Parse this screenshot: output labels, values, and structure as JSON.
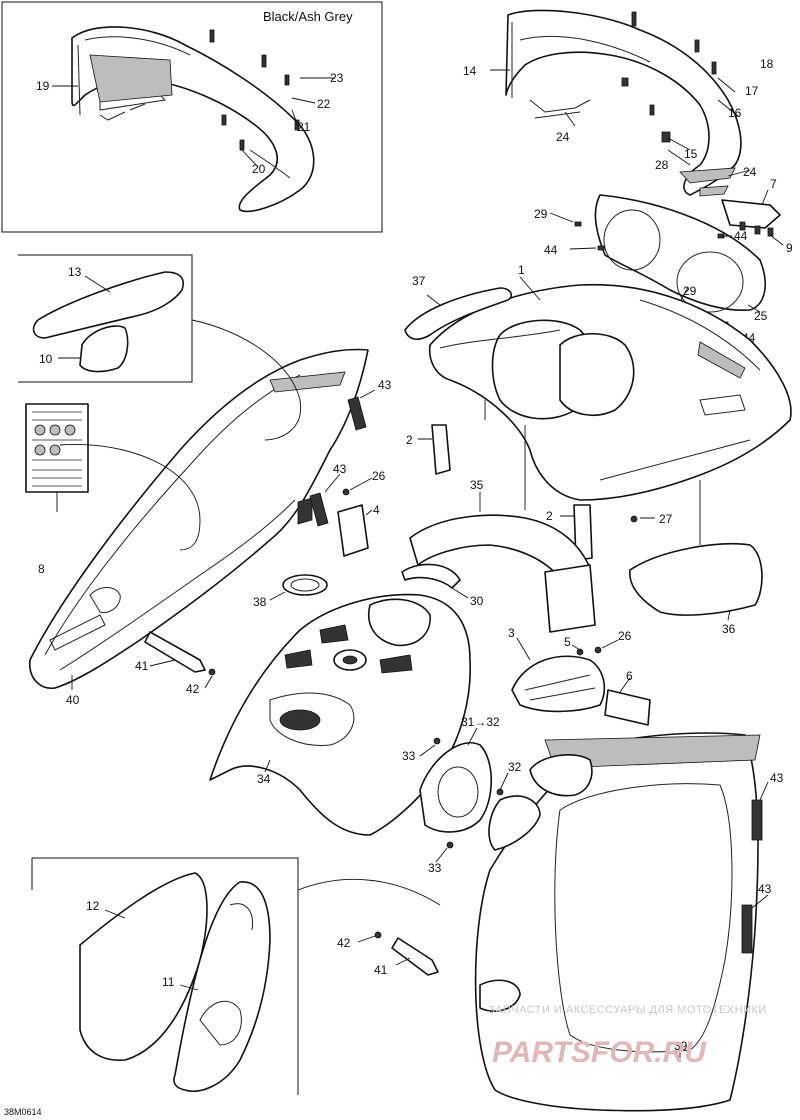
{
  "diagram": {
    "inset_title": "Black/Ash Grey",
    "figure_code": "38M0614",
    "watermark_line1": "ЗАПЧАСТИ И АКСЕССУАРЫ ДЛЯ МОТОТЕХНИКИ",
    "watermark_line2": "PARTSFOR.RU",
    "callouts": {
      "c1": "1",
      "c2a": "2",
      "c2b": "2",
      "c3": "3",
      "c4": "4",
      "c5": "5",
      "c6": "6",
      "c7": "7",
      "c8": "8",
      "c9": "9",
      "c10": "10",
      "c11": "11",
      "c12": "12",
      "c13": "13",
      "c14": "14",
      "c15": "15",
      "c16": "16",
      "c17": "17",
      "c18": "18",
      "c19": "19",
      "c20": "20",
      "c21": "21",
      "c22": "22",
      "c23": "23",
      "c24a": "24",
      "c24b": "24",
      "c25": "25",
      "c26a": "26",
      "c26b": "26",
      "c27": "27",
      "c28": "28",
      "c29a": "29",
      "c29b": "29",
      "c30": "30",
      "c31": "31→32",
      "c32": "32",
      "c33a": "33",
      "c33b": "33",
      "c34": "34",
      "c35": "35",
      "c36": "36",
      "c37": "37",
      "c38": "38",
      "c39": "39",
      "c40": "40",
      "c41a": "41",
      "c41b": "41",
      "c42a": "42",
      "c42b": "42",
      "c43a": "43",
      "c43b": "43",
      "c43c": "43",
      "c43d": "43",
      "c44a": "44",
      "c44b": "44",
      "c44c": "44"
    }
  }
}
